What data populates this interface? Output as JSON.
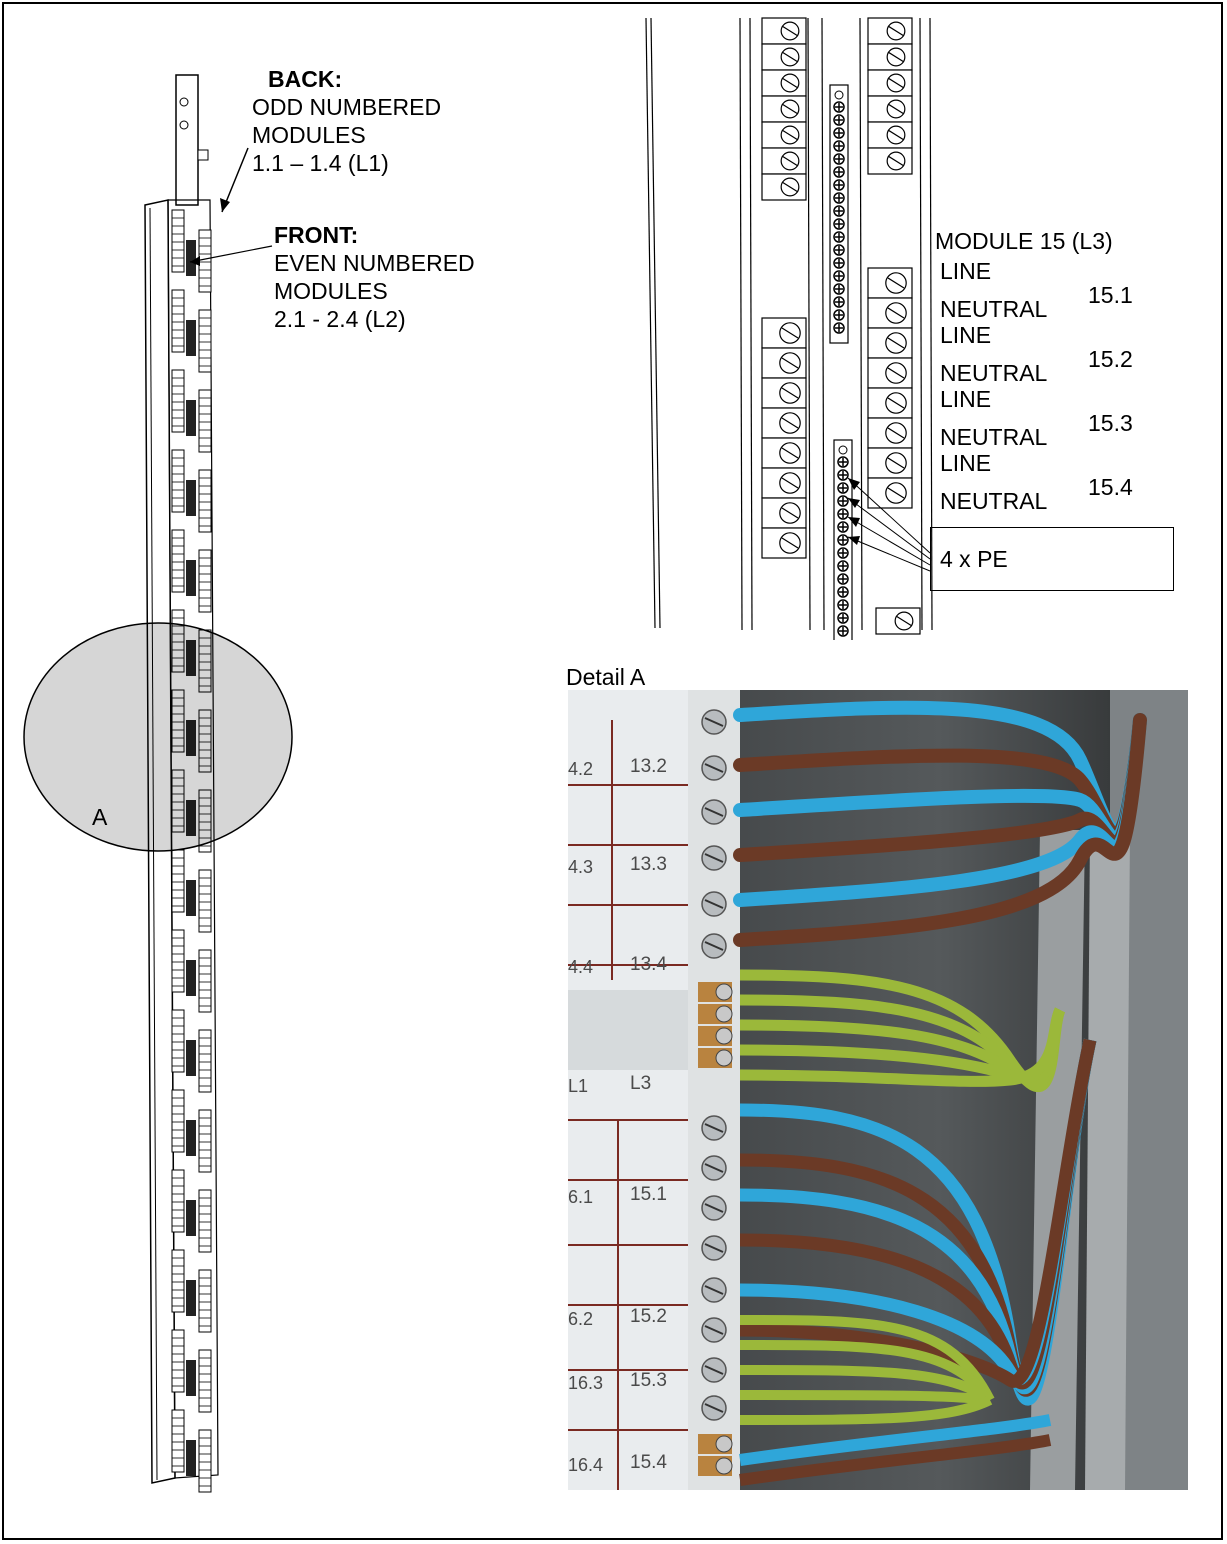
{
  "left_figure": {
    "back_heading": "BACK:",
    "back_line1": "ODD NUMBERED",
    "back_line2": "MODULES",
    "back_line3": "1.1 – 1.4 (L1)",
    "front_heading": "FRONT:",
    "front_line1": "EVEN NUMBERED",
    "front_line2": "MODULES",
    "front_line3": "2.1 - 2.4 (L2)",
    "detail_marker": "A"
  },
  "right_figure": {
    "module_title": "MODULE 15 (L3)",
    "rows": [
      {
        "line": "LINE",
        "neutral": "NEUTRAL",
        "id": "15.1"
      },
      {
        "line": "LINE",
        "neutral": "NEUTRAL",
        "id": "15.2"
      },
      {
        "line": "LINE",
        "neutral": "NEUTRAL",
        "id": "15.3"
      },
      {
        "line": "LINE",
        "neutral": "NEUTRAL",
        "id": "15.4"
      }
    ],
    "pe_label": "4 x PE"
  },
  "photo": {
    "caption": "Detail A",
    "labels_col1": [
      "4.2",
      "4.3",
      "4.4",
      "L1",
      "6.1",
      "6.2",
      "16.3",
      "16.4"
    ],
    "labels_col2": [
      "13.2",
      "13.3",
      "13.4",
      "L3",
      "15.1",
      "15.2",
      "15.3",
      "15.4"
    ]
  }
}
